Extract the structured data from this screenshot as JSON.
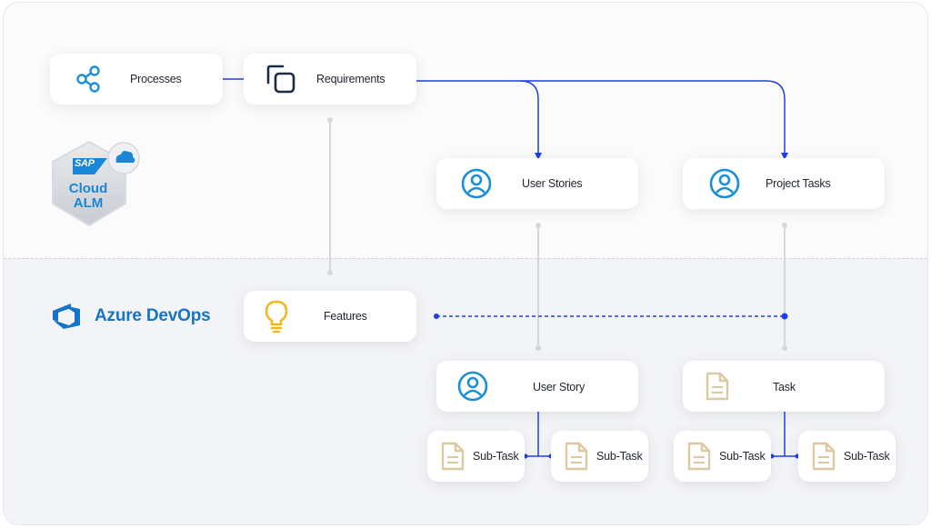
{
  "zones": {
    "top": "SAP Cloud ALM",
    "bottom": "Azure DevOps"
  },
  "sap_badge": {
    "logo": "SAP",
    "line1": "Cloud",
    "line2": "ALM",
    "icon": "cloud-icon"
  },
  "azure_brand": {
    "name": "Azure DevOps",
    "icon": "azure-devops-icon"
  },
  "nodes": {
    "processes": {
      "label": "Processes",
      "icon": "share-network-icon"
    },
    "requirements": {
      "label": "Requirements",
      "icon": "copy-squares-icon"
    },
    "user_stories": {
      "label": "User Stories",
      "icon": "user-circle-icon"
    },
    "project_tasks": {
      "label": "Project Tasks",
      "icon": "user-circle-icon"
    },
    "features": {
      "label": "Features",
      "icon": "lightbulb-icon"
    },
    "user_story": {
      "label": "User Story",
      "icon": "user-circle-icon"
    },
    "task": {
      "label": "Task",
      "icon": "document-icon"
    },
    "sub_task_1": {
      "label": "Sub-Task",
      "icon": "document-icon"
    },
    "sub_task_2": {
      "label": "Sub-Task",
      "icon": "document-icon"
    },
    "sub_task_3": {
      "label": "Sub-Task",
      "icon": "document-icon"
    },
    "sub_task_4": {
      "label": "Sub-Task",
      "icon": "document-icon"
    }
  },
  "colors": {
    "blue_link": "#1f3fe6",
    "grey_link": "#d5d7db",
    "icon_blue": "#1b8fd6",
    "icon_navy": "#1d2b45",
    "icon_yellow": "#f2b81c",
    "icon_doc": "#dcc8a2",
    "azure_blue": "#1574c8"
  }
}
